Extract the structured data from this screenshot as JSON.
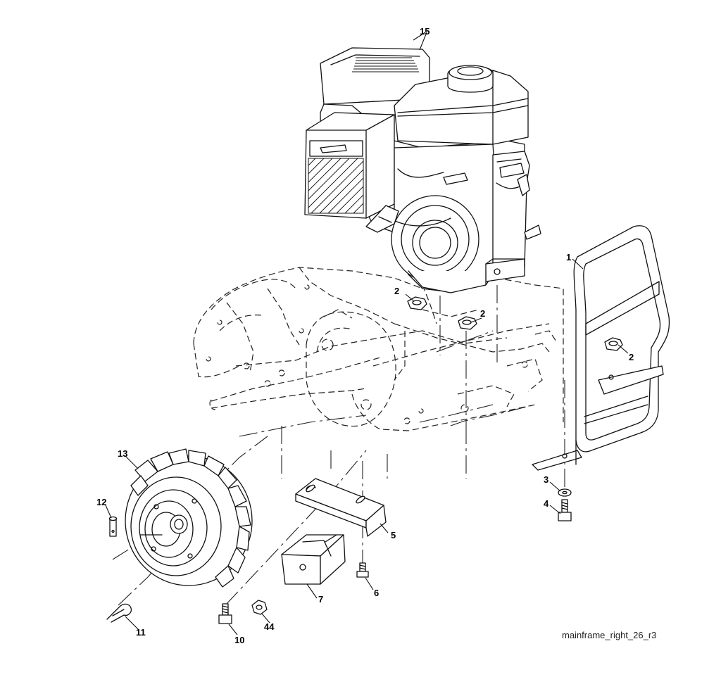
{
  "callouts": {
    "c1": "1",
    "c2a": "2",
    "c2b": "2",
    "c2c": "2",
    "c3": "3",
    "c4": "4",
    "c5": "5",
    "c6": "6",
    "c7": "7",
    "c10": "10",
    "c11": "11",
    "c12": "12",
    "c13": "13",
    "c15": "15",
    "c44": "44"
  },
  "reference": "mainframe_right_26_r3"
}
